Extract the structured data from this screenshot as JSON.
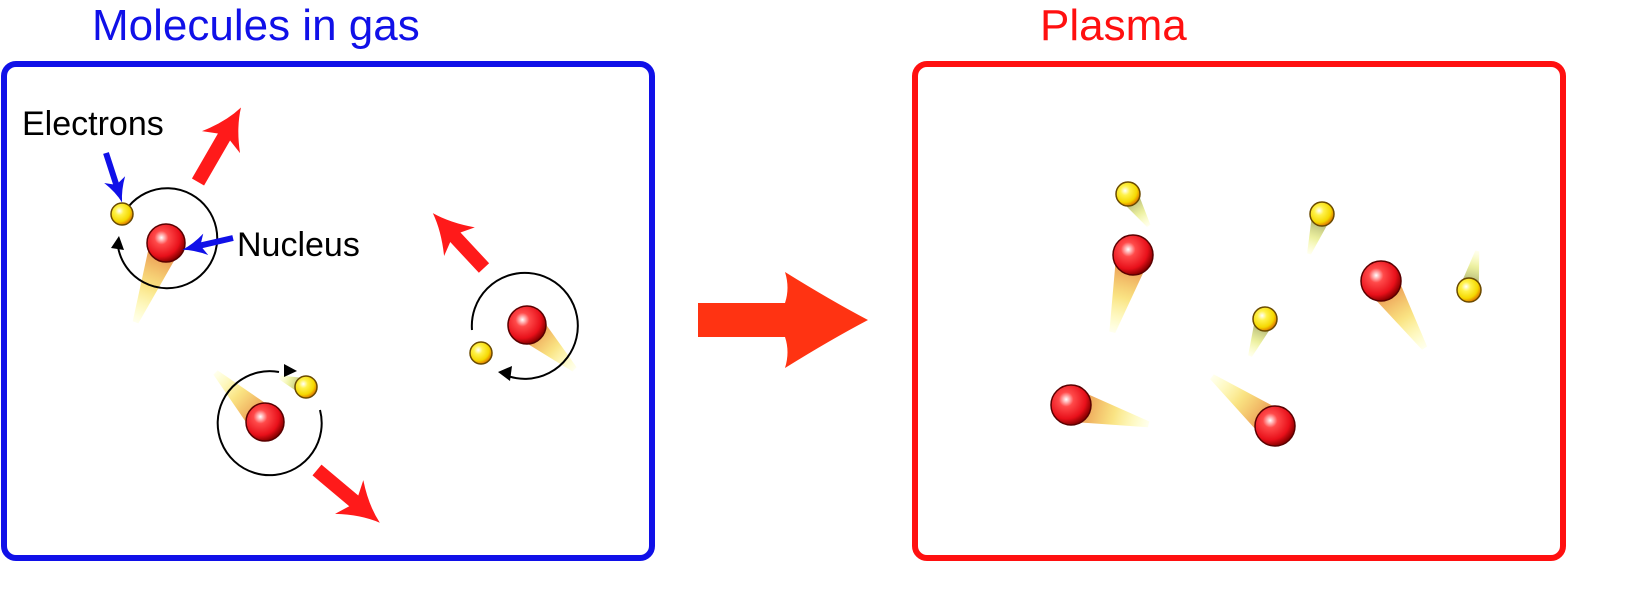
{
  "panels": {
    "gas": {
      "title": "Molecules in gas",
      "color": "#1010e8"
    },
    "plasma": {
      "title": "Plasma",
      "color": "#ff1010"
    }
  },
  "labels": {
    "electrons": "Electrons",
    "nucleus": "Nucleus"
  },
  "colors": {
    "motion_arrow": "#ff1a1a",
    "transition_arrow": "#ff3312",
    "pointer_arrow": "#1010e8",
    "nucleus": "#e8101a",
    "electron": "#f5e000",
    "orbit": "#000000"
  },
  "icons": [
    "nucleus-particle-icon",
    "electron-particle-icon",
    "motion-arrow-icon",
    "transition-arrow-icon",
    "orbit-icon"
  ]
}
